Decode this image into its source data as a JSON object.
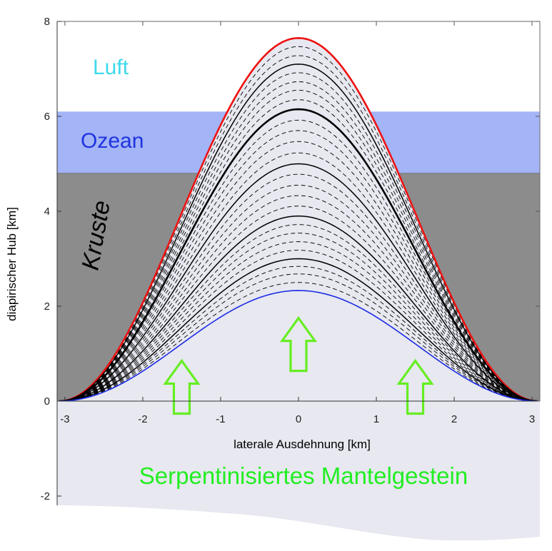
{
  "chart_data": {
    "type": "line",
    "xlabel": "laterale Ausdehnung [km]",
    "ylabel": "diapirischer Hub [km]",
    "xlim": [
      -3.1,
      3.1
    ],
    "ylim": [
      -2.6,
      8
    ],
    "xticks": [
      "-3",
      "-2",
      "-1",
      "0",
      "1",
      "2",
      "3"
    ],
    "yticks": [
      "-2",
      "0",
      "2",
      "4",
      "6",
      "8"
    ],
    "half_width": 3.07,
    "layers": [
      {
        "name": "Luft",
        "label": "Luft",
        "from": 6.1,
        "to": 8,
        "color": "#ffffff",
        "text_color": "#3ed9ea"
      },
      {
        "name": "Ozean",
        "label": "Ozean",
        "from": 4.8,
        "to": 6.1,
        "color": "#a3b4f7",
        "text_color": "#1f33e0"
      },
      {
        "name": "Kruste",
        "label": "Kruste",
        "from": 0,
        "to": 4.8,
        "color": "#8c8c8c",
        "text_color": "#000000"
      },
      {
        "name": "Serpentinisiertes Mantelgestein",
        "label": "Serpentinisiertes Mantelgestein",
        "color": "#e7e8f0",
        "text_color": "#22ee22"
      }
    ],
    "series": [
      {
        "peak": 7.65,
        "color": "#ee1111",
        "style": "solid",
        "width": 2.6
      },
      {
        "peak": 7.1,
        "color": "#000000",
        "style": "solid",
        "width": 1.5
      },
      {
        "peak": 6.15,
        "color": "#000000",
        "style": "solid",
        "width": 2.6
      },
      {
        "peak": 5.0,
        "color": "#000000",
        "style": "solid",
        "width": 1.5
      },
      {
        "peak": 3.9,
        "color": "#000000",
        "style": "solid",
        "width": 1.5
      },
      {
        "peak": 3.0,
        "color": "#000000",
        "style": "solid",
        "width": 1.5
      },
      {
        "peak": 2.33,
        "color": "#1a2be6",
        "style": "solid",
        "width": 1.6
      },
      {
        "peak": 7.47,
        "color": "#000000",
        "style": "dashed",
        "width": 0.9
      },
      {
        "peak": 7.28,
        "color": "#000000",
        "style": "dashed",
        "width": 0.9
      },
      {
        "peak": 6.92,
        "color": "#000000",
        "style": "dashed",
        "width": 0.9
      },
      {
        "peak": 6.73,
        "color": "#000000",
        "style": "dashed",
        "width": 0.9
      },
      {
        "peak": 6.55,
        "color": "#000000",
        "style": "dashed",
        "width": 0.9
      },
      {
        "peak": 6.35,
        "color": "#000000",
        "style": "dashed",
        "width": 0.9
      },
      {
        "peak": 5.92,
        "color": "#000000",
        "style": "dashed",
        "width": 0.9
      },
      {
        "peak": 5.7,
        "color": "#000000",
        "style": "dashed",
        "width": 0.9
      },
      {
        "peak": 5.47,
        "color": "#000000",
        "style": "dashed",
        "width": 0.9
      },
      {
        "peak": 5.23,
        "color": "#000000",
        "style": "dashed",
        "width": 0.9
      },
      {
        "peak": 4.78,
        "color": "#000000",
        "style": "dashed",
        "width": 0.9
      },
      {
        "peak": 4.55,
        "color": "#000000",
        "style": "dashed",
        "width": 0.9
      },
      {
        "peak": 4.33,
        "color": "#000000",
        "style": "dashed",
        "width": 0.9
      },
      {
        "peak": 4.11,
        "color": "#000000",
        "style": "dashed",
        "width": 0.9
      },
      {
        "peak": 3.72,
        "color": "#000000",
        "style": "dashed",
        "width": 0.9
      },
      {
        "peak": 3.54,
        "color": "#000000",
        "style": "dashed",
        "width": 0.9
      },
      {
        "peak": 3.36,
        "color": "#000000",
        "style": "dashed",
        "width": 0.9
      },
      {
        "peak": 3.18,
        "color": "#000000",
        "style": "dashed",
        "width": 0.9
      },
      {
        "peak": 2.84,
        "color": "#000000",
        "style": "dashed",
        "width": 0.9
      },
      {
        "peak": 2.68,
        "color": "#000000",
        "style": "dashed",
        "width": 0.9
      },
      {
        "peak": 2.5,
        "color": "#000000",
        "style": "dashed",
        "width": 0.9
      }
    ],
    "arrows": [
      {
        "x": 0,
        "y": 1.75,
        "color": "#66ee22"
      },
      {
        "x": -1.5,
        "y": 0.85,
        "color": "#66ee22"
      },
      {
        "x": 1.5,
        "y": 0.85,
        "color": "#66ee22"
      }
    ],
    "grid": false
  }
}
